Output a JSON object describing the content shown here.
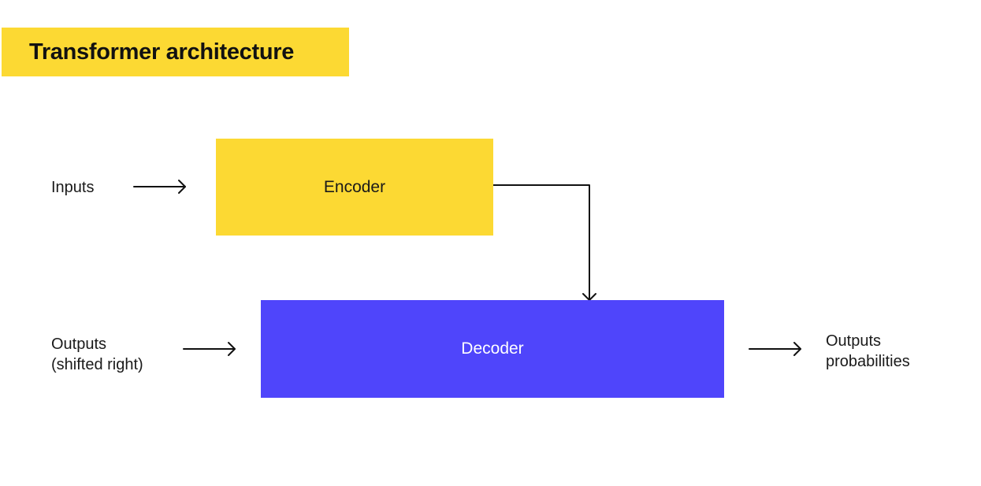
{
  "title": "Transformer architecture",
  "blocks": {
    "encoder": "Encoder",
    "decoder": "Decoder"
  },
  "labels": {
    "inputs": "Inputs",
    "outputs_line1": "Outputs",
    "outputs_line2": "(shifted right)",
    "probs_line1": "Outputs",
    "probs_line2": "probabilities"
  },
  "colors": {
    "accent_yellow": "#fcd933",
    "decoder_blue": "#4f45fb",
    "arrow": "#111111"
  }
}
